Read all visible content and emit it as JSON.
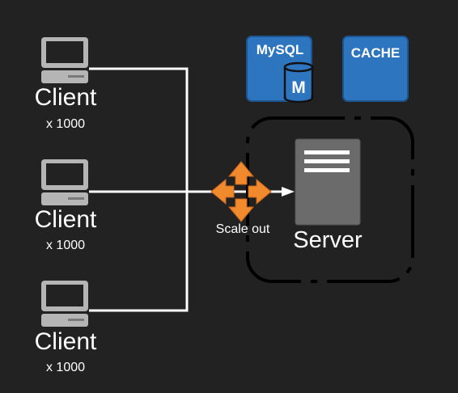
{
  "clients": [
    {
      "label": "Client",
      "count": "x 1000"
    },
    {
      "label": "Client",
      "count": "x 1000"
    },
    {
      "label": "Client",
      "count": "x 1000"
    }
  ],
  "scale_label": "Scale out",
  "server_label": "Server",
  "mysql": {
    "label": "MySQL",
    "badge": "M"
  },
  "cache": {
    "label": "CACHE"
  },
  "colors": {
    "background": "#222222",
    "line": "#ffffff",
    "computer": "#b5b5b5",
    "db_blue": "#2e75c0",
    "scale_orange": "#f08a2c",
    "server": "#6b6b6b",
    "boundary": "#000000"
  },
  "icons": [
    "computer-icon",
    "mysql-icon",
    "cache-icon",
    "server-icon",
    "scale-out-icon"
  ]
}
